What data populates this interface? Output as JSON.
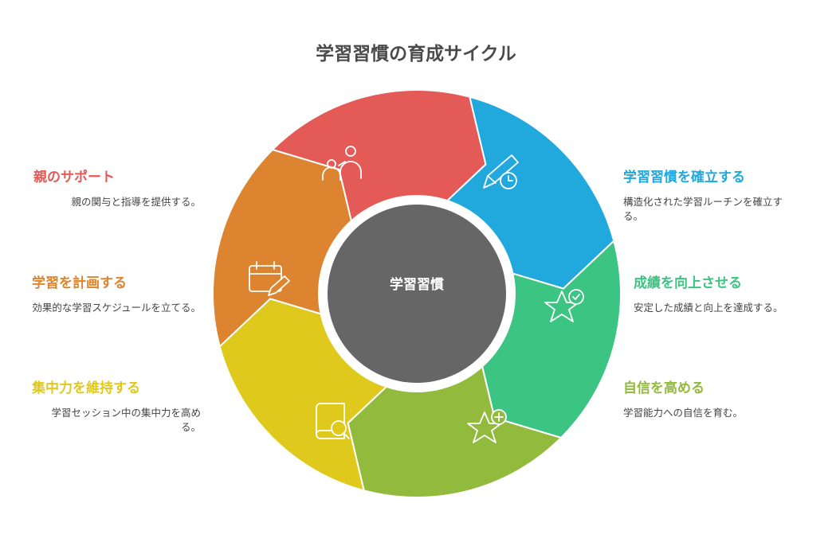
{
  "title": "学習習慣の育成サイクル",
  "center_label": "学習習慣",
  "colors": {
    "parent": "#E35A57",
    "habit": "#21A8DC",
    "grades": "#3CC482",
    "confidence": "#92BA3C",
    "focus": "#DEC91C",
    "plan": "#DD8430",
    "center": "#666666"
  },
  "segments": [
    {
      "key": "habit",
      "heading": "学習習慣を確立する",
      "description": "構造化された学習ルーチンを確立する。",
      "icon": "pencil-clock-icon"
    },
    {
      "key": "grades",
      "heading": "成績を向上させる",
      "description": "安定した成績と向上を達成する。",
      "icon": "star-check-icon"
    },
    {
      "key": "confidence",
      "heading": "自信を高める",
      "description": "学習能力への自信を育む。",
      "icon": "star-plus-icon"
    },
    {
      "key": "focus",
      "heading": "集中力を維持する",
      "description": "学習セッション中の集中力を高める。",
      "icon": "book-search-icon"
    },
    {
      "key": "plan",
      "heading": "学習を計画する",
      "description": "効果的な学習スケジュールを立てる。",
      "icon": "calendar-edit-icon"
    },
    {
      "key": "parent",
      "heading": "親のサポート",
      "description": "親の関与と指導を提供する。",
      "icon": "parent-child-icon"
    }
  ]
}
